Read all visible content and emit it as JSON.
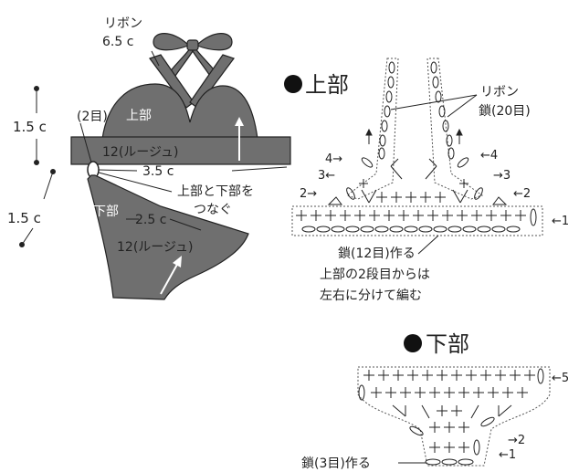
{
  "left_figure": {
    "ribbon_label": "リボン",
    "ribbon_length": "6.5 c",
    "stitch_count_label": "(2目)",
    "top_piece_label": "上部",
    "top_color_label": "12(ルージュ)",
    "top_height": "1.5 c",
    "gap_width": "3.5 c",
    "join_note_line1": "上部と下部を",
    "join_note_line2": "つなぐ",
    "bottom_height": "1.5 c",
    "bottom_piece_label": "下部",
    "bottom_width": "2.5 c",
    "bottom_color_label": "12(ルージュ)"
  },
  "top_chart": {
    "title": "上部",
    "ribbon_label": "リボン",
    "ribbon_chain_label": "鎖(20目)",
    "row_labels": {
      "r1": "←1",
      "r2_left": "2→",
      "r2_right": "←2",
      "r3_left": "3←",
      "r3_right": "→3",
      "r4_left": "4→",
      "r4_right": "←4"
    },
    "chain_note": "鎖(12目)作る",
    "split_note_line1": "上部の2段目からは",
    "split_note_line2": "左右に分けて編む"
  },
  "bottom_chart": {
    "title": "下部",
    "row_labels": {
      "r1": "←1",
      "r2": "→2",
      "r5": "←5"
    },
    "chain_note": "鎖(3目)作る"
  },
  "colors": {
    "piece_fill": "#6f6f6f",
    "ink": "#222222"
  }
}
